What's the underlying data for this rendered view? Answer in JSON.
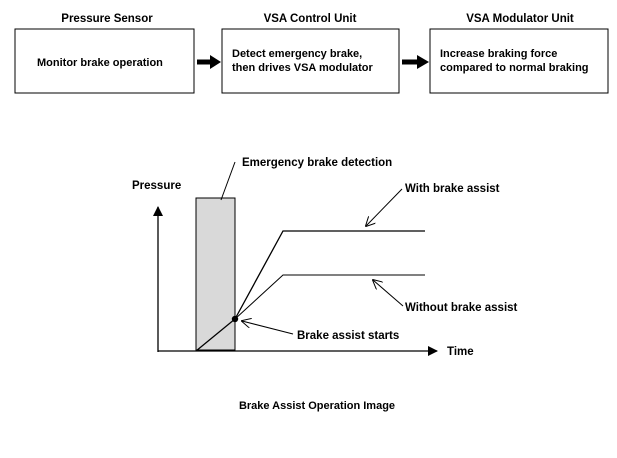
{
  "flow": {
    "steps": [
      {
        "heading": "Pressure Sensor",
        "lines": [
          "Monitor brake operation"
        ]
      },
      {
        "heading": "VSA Control Unit",
        "lines": [
          "Detect emergency brake,",
          "then drives VSA modulator"
        ]
      },
      {
        "heading": "VSA Modulator Unit",
        "lines": [
          "Increase braking force",
          "compared to normal braking"
        ]
      }
    ]
  },
  "graph": {
    "y_axis_label": "Pressure",
    "x_axis_label": "Time",
    "detection_label": "Emergency brake detection",
    "with_assist_label": "With brake assist",
    "without_assist_label": "Without brake assist",
    "assist_start_label": "Brake assist starts"
  },
  "caption": "Brake Assist Operation Image",
  "colors": {
    "shade": "#d9d9d9",
    "line": "#000000"
  }
}
